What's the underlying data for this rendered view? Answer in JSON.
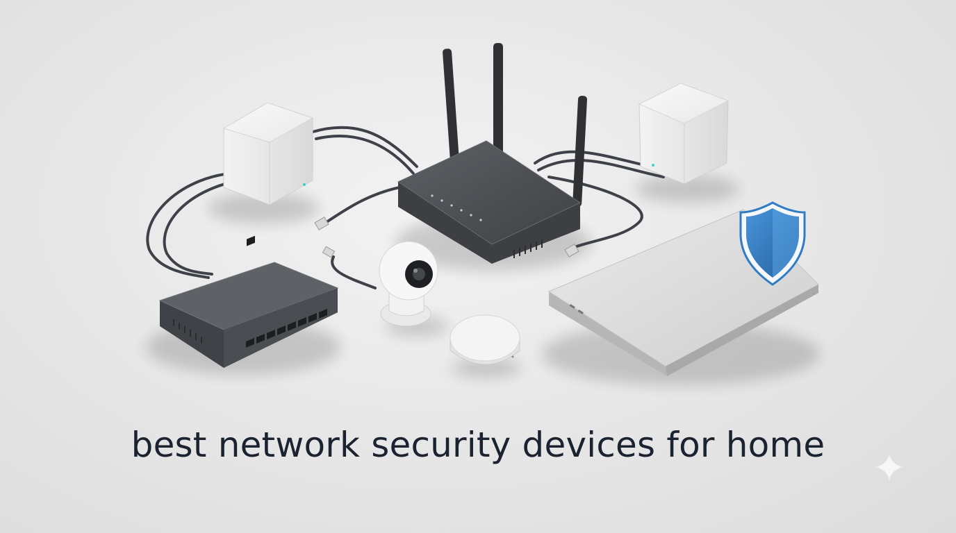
{
  "caption": "best network security devices for home",
  "colors": {
    "background": "#e6e6e6",
    "caption": "#1b2330",
    "shield": "#2f7bc4",
    "router": "#4a4c50",
    "switch": "#55585c",
    "cable": "#3e4248",
    "white_device": "#f4f4f4",
    "laptop": "#d7d7d7"
  },
  "objects": {
    "router": "wifi-router",
    "switch": "ethernet-switch",
    "mesh_nodes": [
      "mesh-node-left",
      "mesh-node-right"
    ],
    "camera": "security-camera",
    "hub": "smart-hub",
    "laptop": "laptop",
    "shield": "shield-icon",
    "sparkle": "sparkle-icon"
  }
}
